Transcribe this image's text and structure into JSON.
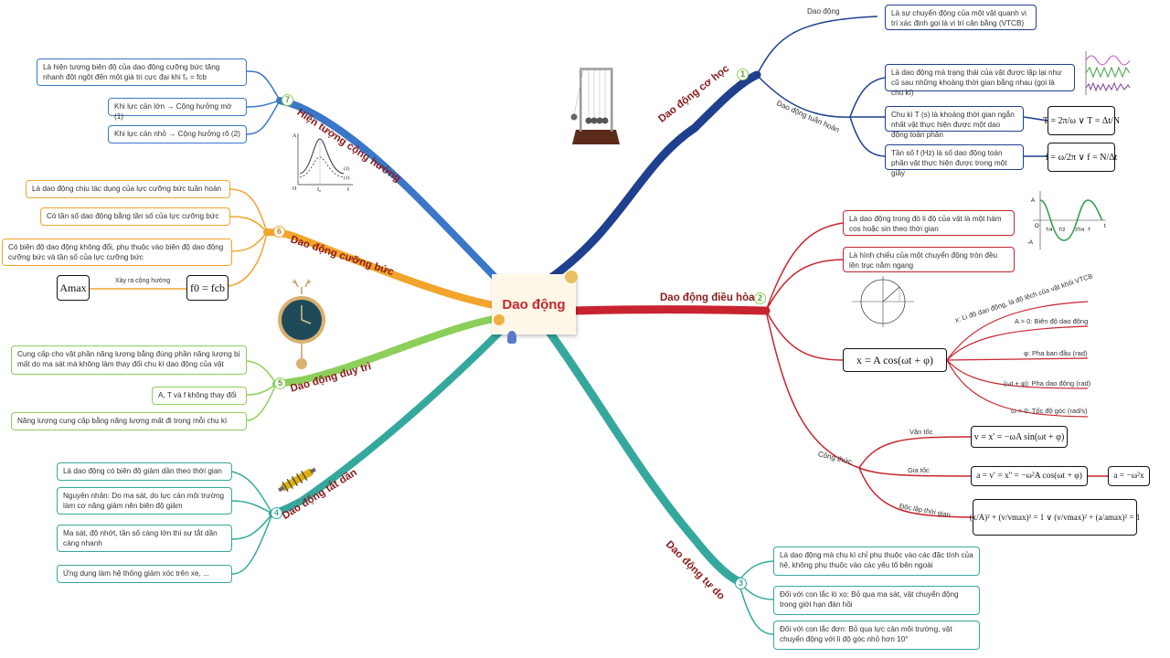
{
  "central": "Dao động",
  "colors": {
    "c1": "#1f3f8f",
    "c2": "#c8242f",
    "c3": "#35a89d",
    "c4": "#35a89d",
    "c5": "#8ccf5a",
    "c6": "#f2a42c",
    "c7": "#3a77c8"
  },
  "b1": {
    "num": "1",
    "title": "Dao động cơ học",
    "sub1": "Dao động",
    "sub1_text": "Là sự chuyển động của một vật quanh vị trí xác định gọi là vị trí cân bằng (VTCB)",
    "sub2": "Dao động tuần hoàn",
    "sub2_text": "Là dao động mà trạng thái của vật được lặp lại như cũ sau những khoảng thời gian bằng nhau (gọi là chu kì)",
    "period_text": "Chu kì T (s) là khoảng thời gian ngắn nhất vật thực hiện được một dao động toàn phần",
    "period_formula": "T = 2π/ω ∨ T = Δt/N",
    "freq_text": "Tần số f (Hz) là số dao động toàn phần vật thực hiện được trong một giây",
    "freq_formula": "f = ω/2π ∨ f = N/Δt"
  },
  "b2": {
    "num": "2",
    "title": "Dao động điều hòa",
    "def1": "Là dao động trong đó li độ của vật là một hàm cos hoặc sin theo thời gian",
    "def2": "Là hình chiếu của một chuyển động tròn đều lên trục nằm ngang",
    "eq": "x = A cos(ωt + φ)",
    "params": [
      "x: Li độ dao động, là độ lệch của vật khỏi VTCB",
      "A > 0: Biên độ dao động",
      "φ: Pha ban đầu (rad)",
      "(ωt + φ): Pha dao động (rad)",
      "ω > 0: Tốc độ góc (rad/s)"
    ],
    "formula_label": "Công thức",
    "vel_label": "Vận tốc",
    "vel_eq": "v = x' = −ωA sin(ωt + φ)",
    "acc_label": "Gia tốc",
    "acc_eq": "a = v' = x'' = −ω²A cos(ωt + φ)",
    "acc_eq2": "a = −ω²x",
    "indep_label": "Độc lập thời gian",
    "indep_eq": "(x/A)² + (v/vmax)² = 1 ∨ (v/vmax)² + (a/amax)² = 1"
  },
  "b3": {
    "num": "3",
    "title": "Dao động tự do",
    "items": [
      "Là dao động mà chu kì chỉ phụ thuộc vào các đặc tính của hệ, không phụ thuộc vào các yếu tố bên ngoài",
      "Đối với con lắc lò xo: Bỏ qua ma sát, vật chuyển động trong giới hạn đàn hồi",
      "Đối với con lắc đơn: Bỏ qua lực cản môi trường, vật chuyển động với li độ góc nhỏ hơn 10°"
    ]
  },
  "b4": {
    "num": "4",
    "title": "Dao động tắt dần",
    "items": [
      "Là dao động có biên độ giảm dần theo thời gian",
      "Nguyên nhân: Do ma sát, do lực cản môi trường làm cơ năng giảm nên biên độ giảm",
      "Ma sát, độ nhớt, tần số càng lớn thì sự tắt dần càng nhanh",
      "Ứng dụng làm hệ thống giảm xóc trên xe, ..."
    ]
  },
  "b5": {
    "num": "5",
    "title": "Dao động duy trì",
    "items": [
      "Cung cấp cho vật phần năng lượng bằng đúng phần năng lượng bị mất do ma sát mà không làm thay đổi chu kì dao động của vật",
      "A, T và f không thay đổi",
      "Năng lượng cung cấp bằng năng lượng mất đi trong mỗi chu kì"
    ]
  },
  "b6": {
    "num": "6",
    "title": "Dao động cưỡng bức",
    "items": [
      "Là dao động chịu tác dụng của lực cưỡng bức tuần hoàn",
      "Có tần số dao động bằng tần số của lực cưỡng bức",
      "Có biên độ dao động không đổi, phụ thuộc vào biên độ dao động cưỡng bức và tần số của lực cưỡng bức"
    ],
    "res_label": "Xảy ra cộng hưởng",
    "amax": "Amax",
    "f_eq": "f0 = fcb"
  },
  "b7": {
    "num": "7",
    "title": "Hiện tượng cộng hưởng",
    "items": [
      "Là hiện tượng biên độ của dao động cưỡng bức tăng nhanh đột ngột đến một giá trị cực đại khi f₀ = fcb",
      "Khi lực cản lớn → Cộng hưởng mờ (1)",
      "Khi lực cản nhỏ → Cộng hưởng rõ (2)"
    ],
    "graph_A": "A",
    "graph_O": "O",
    "graph_f0": "f₀",
    "graph_f": "f",
    "graph_2": "(2)",
    "graph_1": "(1)"
  },
  "sine_labels": {
    "A": "A",
    "negA": "-A",
    "O": "O",
    "t": "t",
    "t1": "T/4",
    "t2": "T/2",
    "t3": "3T/4",
    "t4": "T"
  }
}
